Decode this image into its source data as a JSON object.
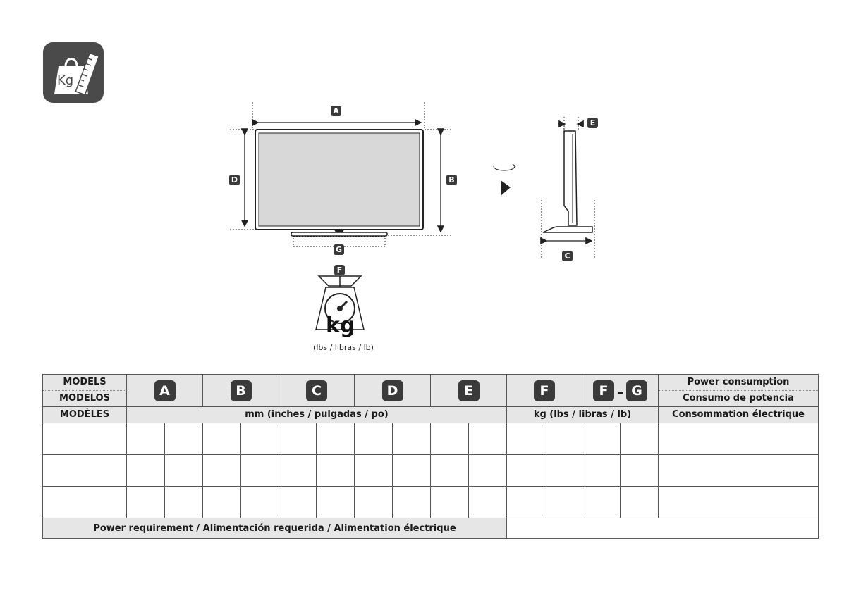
{
  "badge": {
    "label": "Kg"
  },
  "diagram": {
    "callouts": [
      "A",
      "B",
      "C",
      "D",
      "E",
      "F",
      "G"
    ],
    "scale_unit": "kg",
    "scale_subunits": "(lbs / libras / lb)"
  },
  "table": {
    "model_labels": [
      "MODELS",
      "MODELOS",
      "MODÈLES"
    ],
    "dimension_letters": [
      "A",
      "B",
      "C",
      "D",
      "E"
    ],
    "weight_letters": [
      "F",
      "F",
      "G"
    ],
    "dash": "–",
    "dimension_unit": "mm (inches / pulgadas / po)",
    "weight_unit": "kg (lbs / libras / lb)",
    "power_labels": [
      "Power consumption",
      "Consumo de potencia",
      "Consommation électrique"
    ],
    "power_requirement": "Power requirement / Alimentación requerida / Alimentation électrique"
  },
  "colors": {
    "badge_bg": "#4a4a4a",
    "header_bg": "#e6e6e6",
    "callout_bg": "#3a3a3a"
  }
}
